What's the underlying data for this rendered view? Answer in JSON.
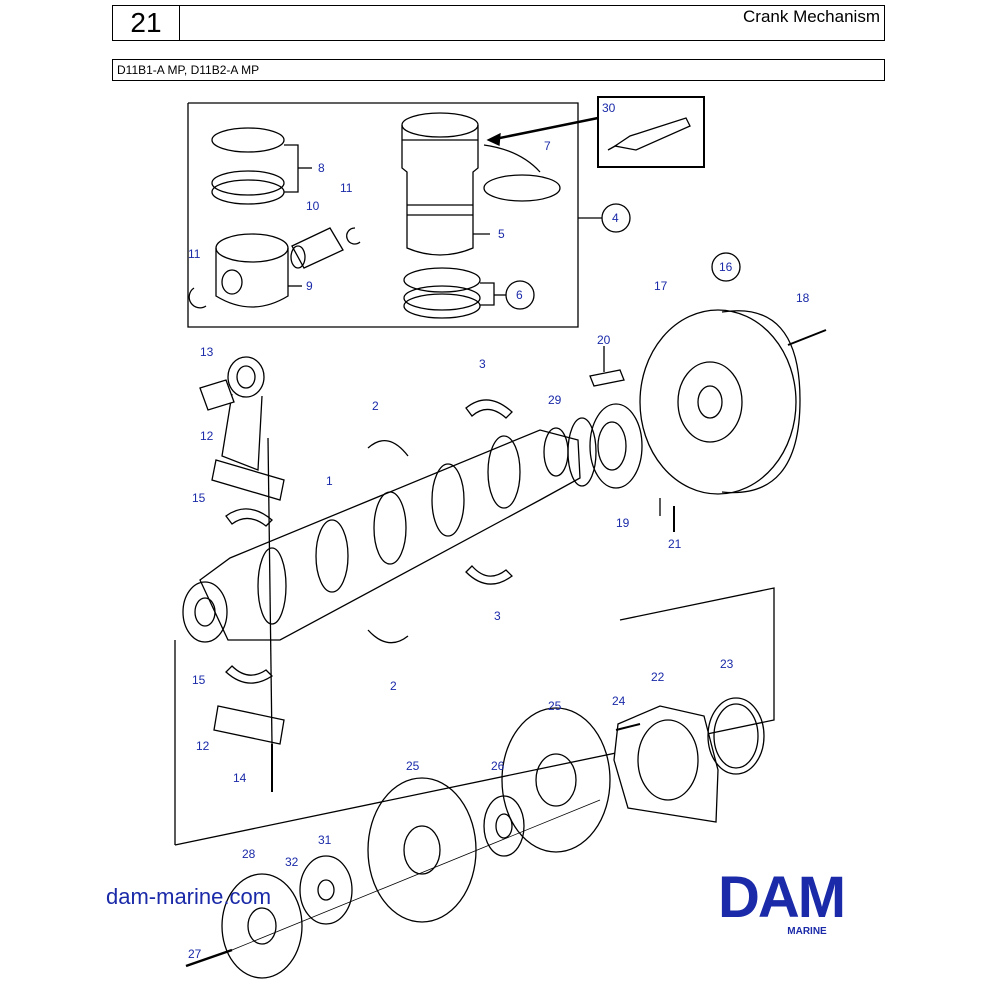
{
  "header": {
    "section_number": "21",
    "title": "Crank Mechanism"
  },
  "models": "D11B1-A MP, D11B2-A MP",
  "callouts": {
    "c1": "1",
    "c2a": "2",
    "c2b": "2",
    "c3a": "3",
    "c3b": "3",
    "c4": "4",
    "c5": "5",
    "c6": "6",
    "c7": "7",
    "c8": "8",
    "c9": "9",
    "c10": "10",
    "c11a": "11",
    "c11b": "11",
    "c12a": "12",
    "c12b": "12",
    "c13": "13",
    "c14": "14",
    "c15a": "15",
    "c15b": "15",
    "c16": "16",
    "c17": "17",
    "c18": "18",
    "c19": "19",
    "c20": "20",
    "c21": "21",
    "c22": "22",
    "c23": "23",
    "c24": "24",
    "c25a": "25",
    "c25b": "25",
    "c26": "26",
    "c27": "27",
    "c28": "28",
    "c29": "29",
    "c30": "30",
    "c31": "31",
    "c32": "32"
  },
  "footer": {
    "website": "dam-marine.com",
    "logo_text": "DAM",
    "logo_sub": "MARINE"
  },
  "colors": {
    "callout": "#1a2aa8",
    "line": "#000000"
  }
}
